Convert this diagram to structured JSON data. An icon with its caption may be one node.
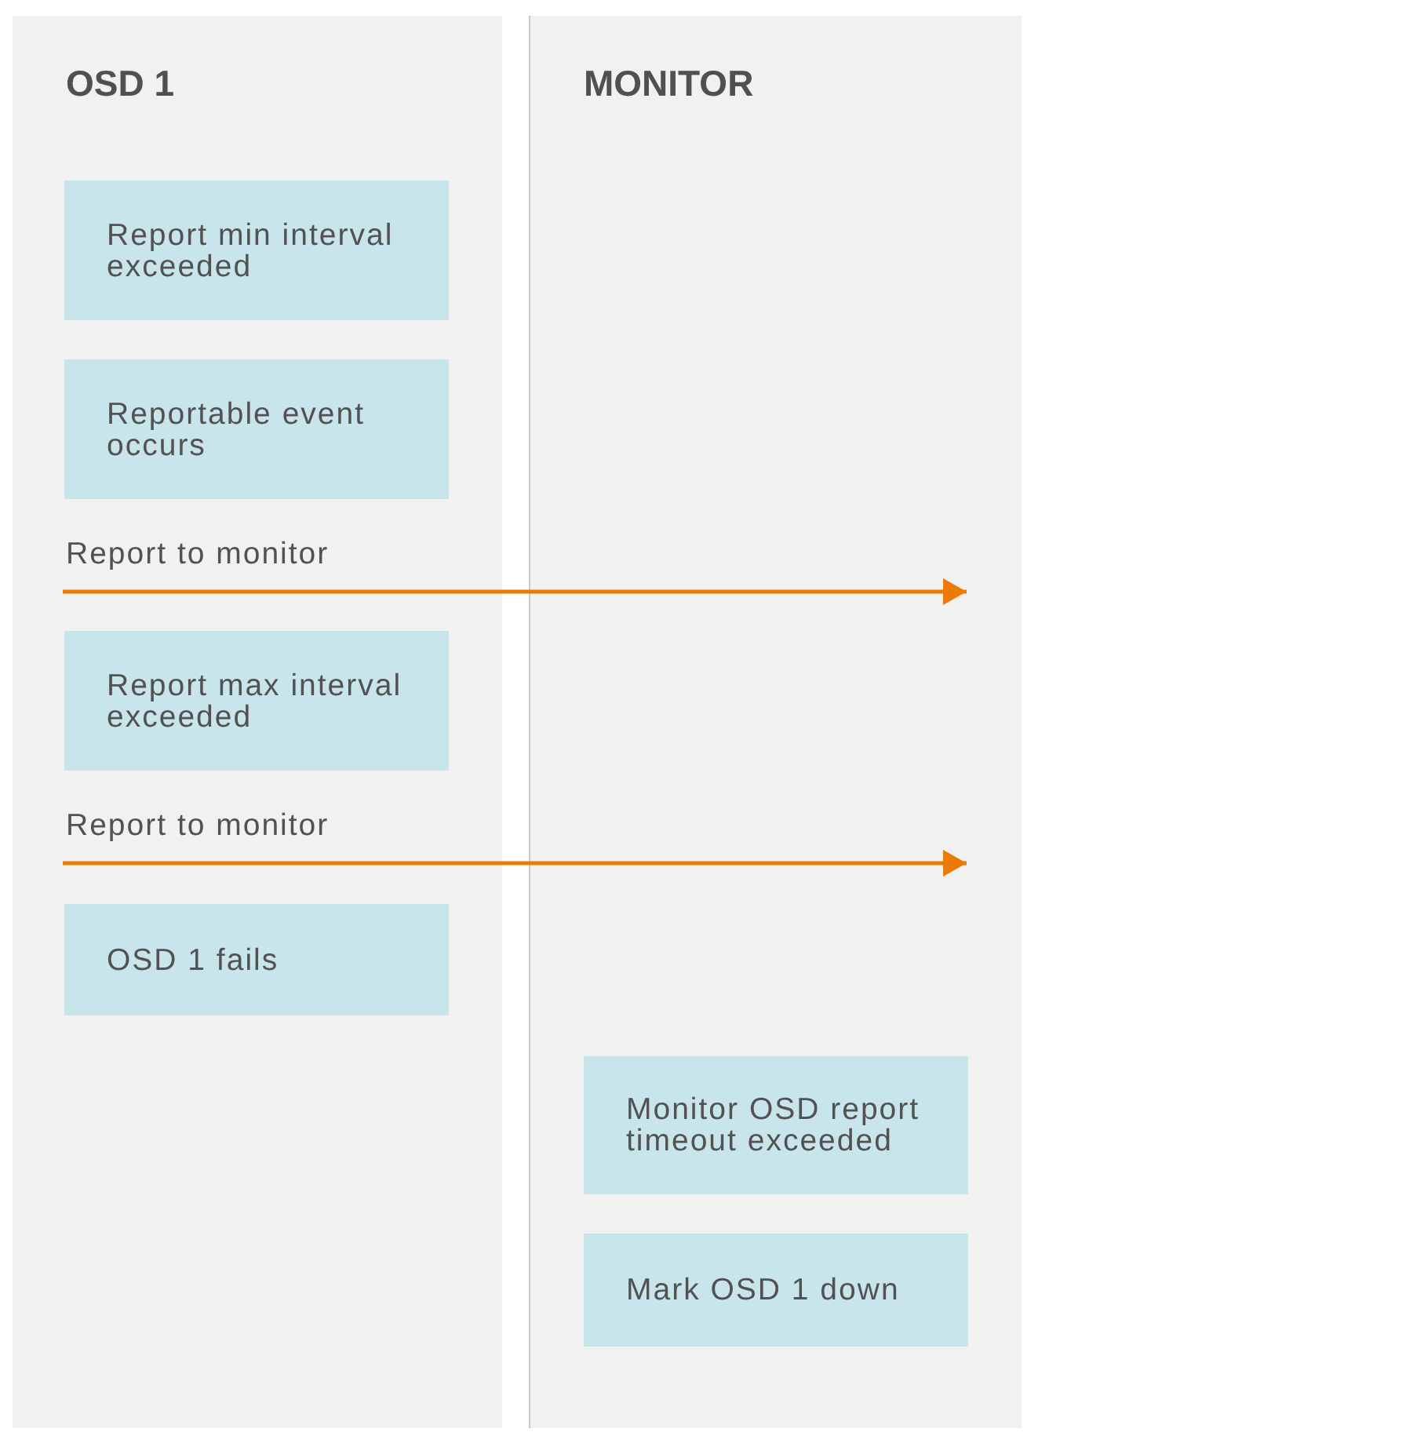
{
  "diagram": {
    "nodes": [
      {
        "text": [
          "OSD 1"
        ]
      },
      {
        "text": [
          "MONITOR"
        ]
      },
      {
        "text": [
          "Report min interval exceeded"
        ],
        "in": 0
      },
      {
        "text": [
          "Reportable event occurs"
        ],
        "in": 0
      },
      {
        "text": [
          "Report max interval exceeded"
        ],
        "in": 0
      },
      {
        "text": [
          "OSD 1 fails"
        ],
        "in": 0
      },
      {
        "text": [
          "Monitor OSD report timeout exceeded"
        ],
        "in": 1
      },
      {
        "text": [
          "Mark OSD 1 down"
        ],
        "in": 1
      }
    ],
    "edges": [
      {
        "from": null,
        "to": 1,
        "arrow": "to",
        "label": "Report to monitor"
      },
      {
        "from": null,
        "to": 1,
        "arrow": "to",
        "label": "Report to monitor"
      }
    ]
  }
}
